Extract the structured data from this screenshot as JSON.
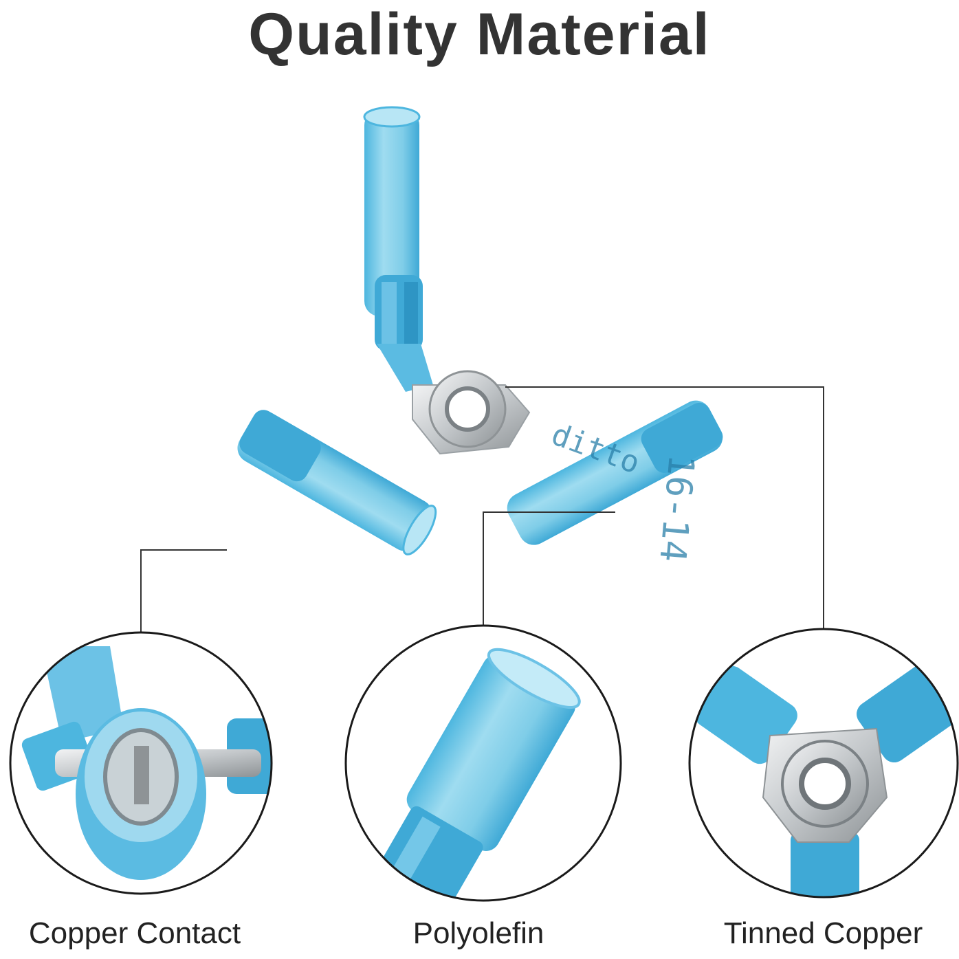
{
  "title": "Quality Material",
  "product_marking": {
    "brand": "ditto",
    "gauge": "16-14"
  },
  "captions": [
    "Copper Contact",
    "Polyolefin",
    "Tinned Copper"
  ],
  "colors": {
    "sleeve_blue": "#7fcde8",
    "sleeve_dark": "#3fa9d6",
    "metal": "#cfd3d6",
    "title_text": "#333333",
    "line": "#333333"
  }
}
